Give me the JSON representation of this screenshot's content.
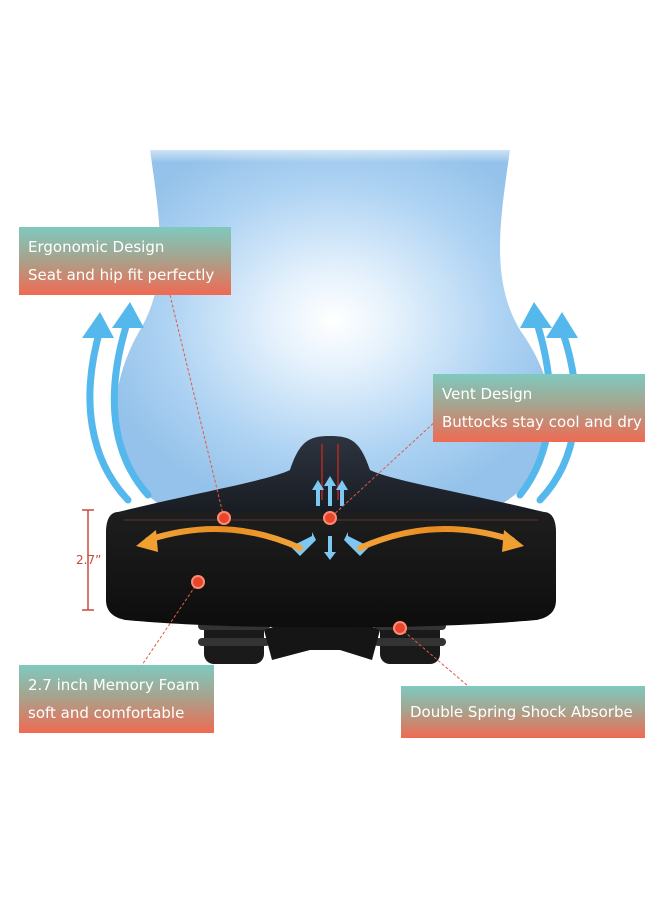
{
  "callouts": {
    "ergonomic": {
      "title": "Ergonomic Design",
      "subtitle": "Seat and hip fit perfectly"
    },
    "vent": {
      "title": "Vent Design",
      "subtitle": "Buttocks stay cool and dry"
    },
    "foam": {
      "title": "2.7 inch Memory Foam",
      "subtitle": "soft and comfortable"
    },
    "spring": {
      "title": "Double Spring Shock Absorbe"
    }
  },
  "dimension_label": "2.7”",
  "colors": {
    "callout_top": "#7fc9bf",
    "callout_bottom": "#f06a52",
    "marker": "#e8452e",
    "leader_line": "#e05a48",
    "airflow_arrow": "#4fb6ea",
    "foam_arrow": "#f0a030",
    "saddle": "#151515"
  },
  "icons": [
    "airflow-arrow-icon",
    "vent-arrow-icon",
    "foam-curve-arrow-icon",
    "marker-dot-icon"
  ]
}
